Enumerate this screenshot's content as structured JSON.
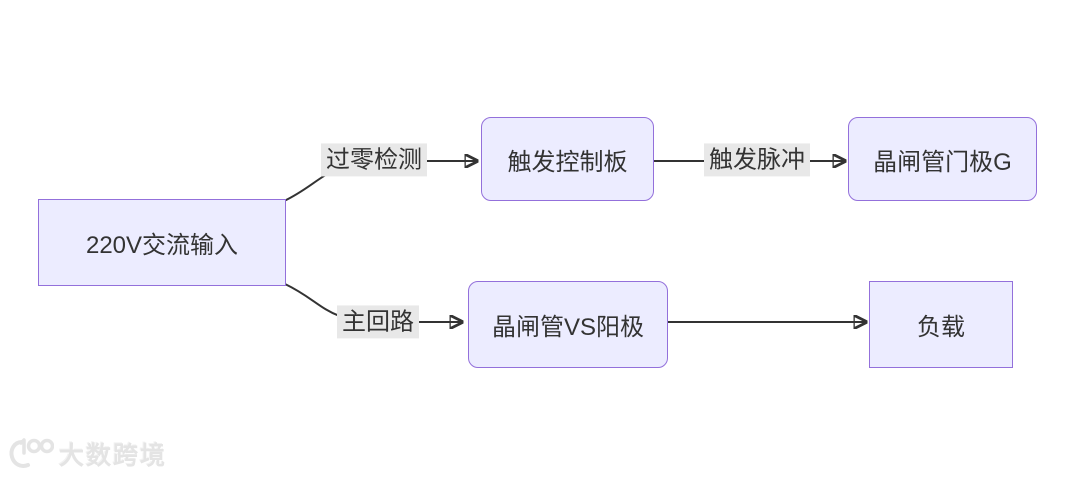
{
  "diagram": {
    "nodes": {
      "input": {
        "label": "220V交流输入"
      },
      "trigger_board": {
        "label": "触发控制板"
      },
      "gate": {
        "label": "晶闸管门极G"
      },
      "anode": {
        "label": "晶闸管VS阳极"
      },
      "load": {
        "label": "负载"
      }
    },
    "edge_labels": {
      "zero_cross": "过零检测",
      "trigger_pulse": "触发脉冲",
      "main_circuit": "主回路"
    },
    "colors": {
      "node_fill": "#ECECFF",
      "node_border": "#9370DB",
      "edge": "#333333",
      "edge_label_bg": "#e8e8e8",
      "text": "#333333"
    }
  },
  "watermark": {
    "logo": "100",
    "text": "大数跨境"
  }
}
